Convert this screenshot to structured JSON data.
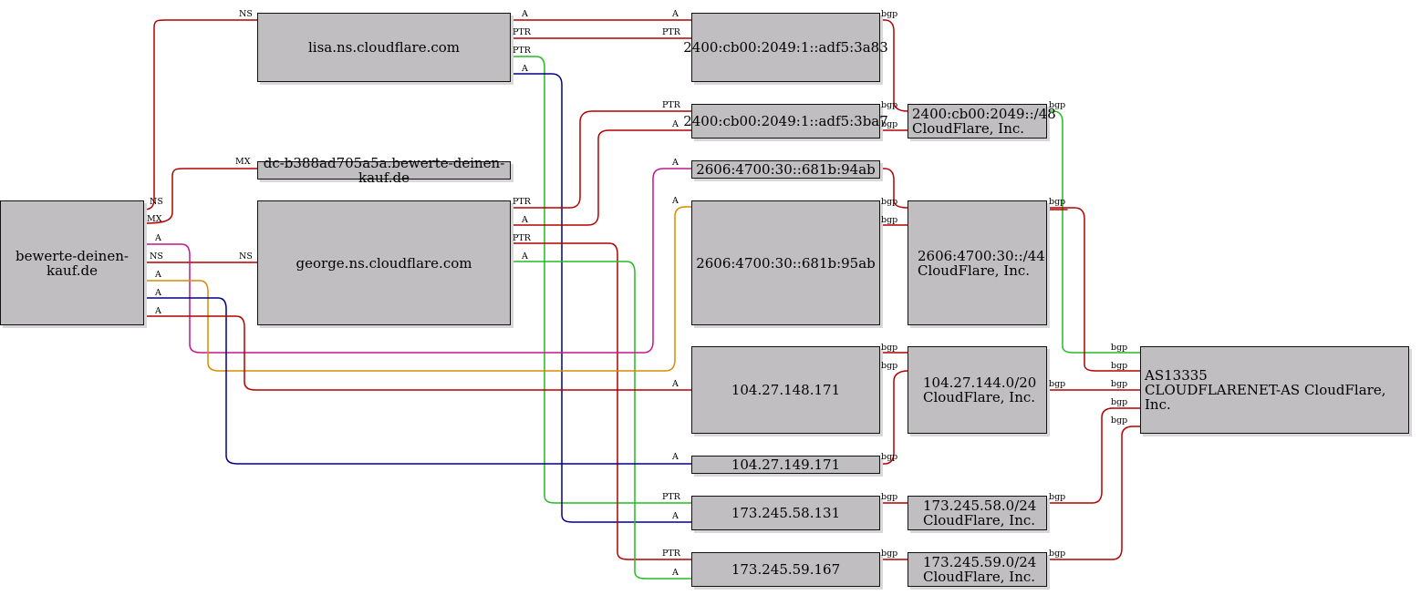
{
  "nodes": {
    "domain": "bewerte-deinen-kauf.de",
    "lisa": "lisa.ns.cloudflare.com",
    "mx": "dc-b388ad705a5a.bewerte-deinen-kauf.de",
    "george": "george.ns.cloudflare.com",
    "ip6a": "2400:cb00:2049:1::adf5:3a83",
    "ip6b": "2400:cb00:2049:1::adf5:3ba7",
    "ip6c": "2606:4700:30::681b:94ab",
    "ip6d": "2606:4700:30::681b:95ab",
    "ip4a": "104.27.148.171",
    "ip4b": "104.27.149.171",
    "ip4c": "173.245.58.131",
    "ip4d": "173.245.59.167",
    "net1": "2400:cb00:2049::/48\nCloudFlare, Inc.",
    "net2": "2606:4700:30::/44\nCloudFlare, Inc.",
    "net3": "104.27.144.0/20\nCloudFlare, Inc.",
    "net4": "173.245.58.0/24\nCloudFlare, Inc.",
    "net5": "173.245.59.0/24\nCloudFlare, Inc.",
    "asn": "AS13335\nCLOUDFLARENET-AS CloudFlare, Inc."
  },
  "edge_labels": {
    "ns": "NS",
    "mx": "MX",
    "a": "A",
    "ptr": "PTR",
    "bgp": "bgp"
  },
  "colors": {
    "red": "#b30000",
    "green": "#22bb22",
    "blue": "#000080",
    "magenta": "#c0188c",
    "orange": "#d88a00",
    "node_fill": "#c0bec1"
  }
}
